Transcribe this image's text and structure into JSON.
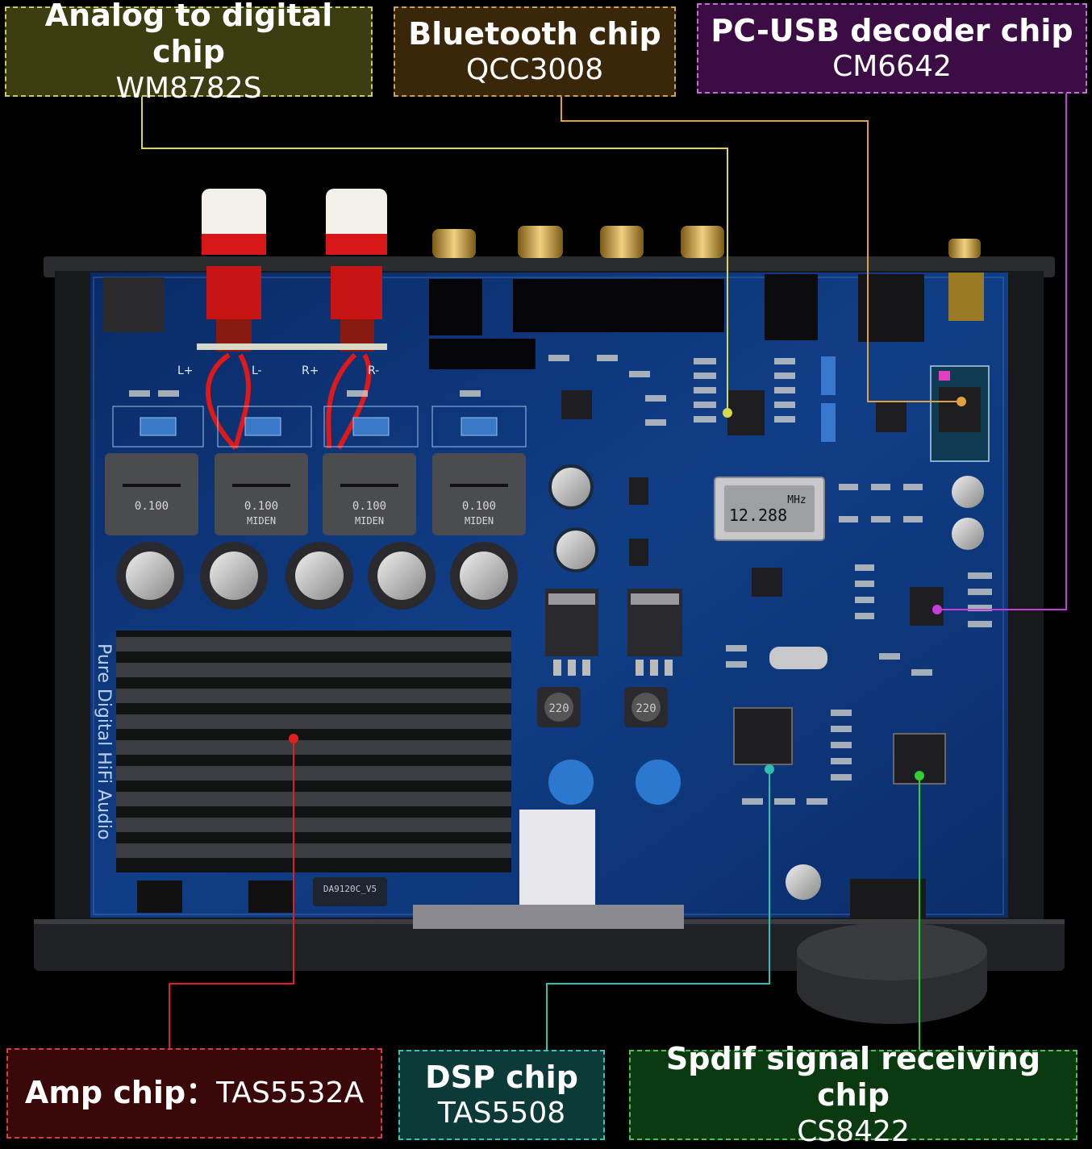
{
  "labels": {
    "adc": {
      "line1": "Analog to digital chip",
      "line2": "WM8782S",
      "color": "#d8d84a"
    },
    "bt": {
      "line1": "Bluetooth chip",
      "line2": "QCC3008",
      "color": "#e0a040"
    },
    "usb": {
      "line1": "PC-USB decoder chip",
      "line2": "CM6642",
      "color": "#c040d8"
    },
    "amp": {
      "line1": "Amp chip：",
      "line2": "TAS5532A",
      "color": "#e02020"
    },
    "dsp": {
      "line1": "DSP chip",
      "line2": "TAS5508",
      "color": "#30c0b0"
    },
    "spdif": {
      "line1": "Spdif signal receiving chip",
      "line2": "CS8422",
      "color": "#30d030"
    }
  },
  "board": {
    "silkscreen_side": "Pure Digital HiFi Audio",
    "crystal": "12.288",
    "crystal_unit": "MHz",
    "inductor_mark": "0.100",
    "inductor_brand": "MIDEN",
    "smd_inductor": "220",
    "model": "DA9120C_V5",
    "channels": [
      "L+",
      "L-",
      "R+",
      "R-"
    ]
  }
}
